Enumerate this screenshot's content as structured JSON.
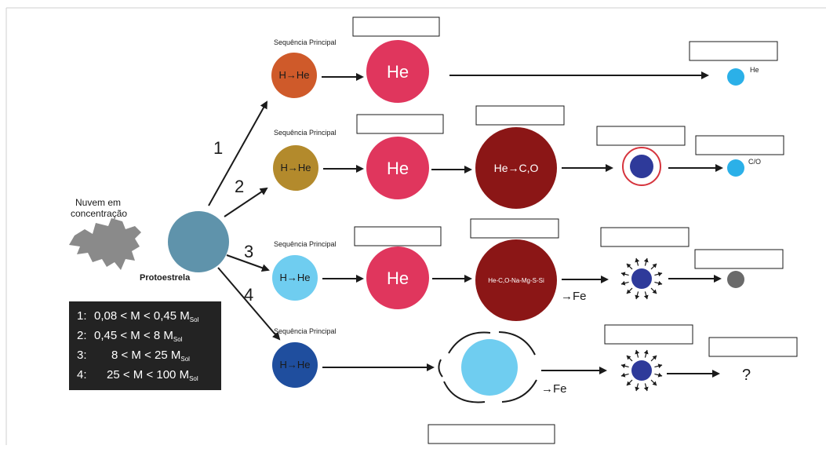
{
  "cloud": {
    "label_line1": "Nuvem em",
    "label_line2": "concentração"
  },
  "protostar": {
    "label": "Protoestrela"
  },
  "path_numbers": [
    "1",
    "2",
    "3",
    "4"
  ],
  "main_sequence_label": "Sequência Principal",
  "rows": {
    "r1": {
      "h_burn": "H→He",
      "he": "He",
      "remnant_label": "He"
    },
    "r2": {
      "h_burn": "H→He",
      "he": "He",
      "giant": "He→C,O",
      "remnant_label": "C/O"
    },
    "r3": {
      "h_burn": "H→He",
      "he": "He",
      "giant": "He-C,O-Na-Mg-S-Si",
      "fe": "→Fe"
    },
    "r4": {
      "h_burn": "H→He",
      "fe": "→Fe",
      "unknown": "?"
    }
  },
  "legend": [
    {
      "num": "1:",
      "text": "0,08 < M < 0,45 M",
      "sub": "Sol"
    },
    {
      "num": "2:",
      "text": "0,45 < M < 8 M",
      "sub": "Sol"
    },
    {
      "num": "3:",
      "text": "8 < M < 25 M",
      "sub": "Sol"
    },
    {
      "num": "4:",
      "text": "25 < M < 100 M",
      "sub": "Sol"
    }
  ],
  "colors": {
    "protostar": "#5f93ab",
    "ms1": "#cf5a2a",
    "ms2": "#b38a2c",
    "ms3": "#6fcdf0",
    "ms4": "#1f4e9e",
    "he": "#e0365d",
    "red_giant": "#8b1616",
    "white_dwarf": "#2bb0e8",
    "core": "#2e3a9a",
    "neutron_star": "#6a6a6a",
    "cloud": "#8a8a8a",
    "legend_bg": "#232323"
  }
}
